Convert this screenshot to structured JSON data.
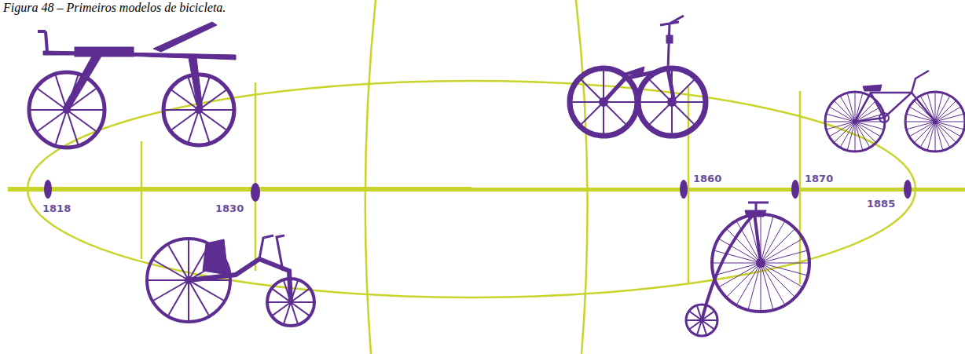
{
  "diagram": {
    "title": "Figura 48 – Primeiros modelos de bicicleta.",
    "labels": [
      "1818",
      "1830",
      "1860",
      "1870",
      "1885"
    ]
  }
}
